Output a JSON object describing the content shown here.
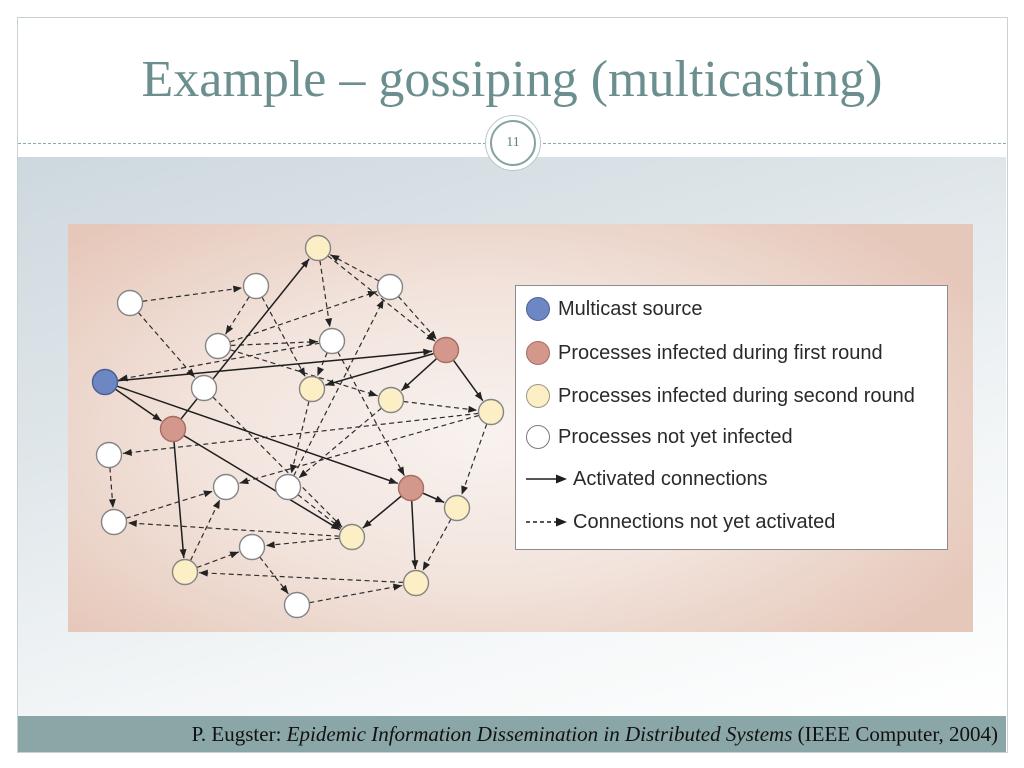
{
  "slide": {
    "title": "Example – gossiping (multicasting)",
    "number": "11"
  },
  "legend": {
    "items": [
      {
        "label": "Multicast source",
        "color": "#6d86c4"
      },
      {
        "label": "Processes infected during first round",
        "color": "#d4978c"
      },
      {
        "label": "Processes infected during second round",
        "color": "#fcefc6"
      },
      {
        "label": "Processes not yet infected",
        "color": "#ffffff"
      },
      {
        "label": "Activated connections"
      },
      {
        "label": "Connections not yet activated"
      }
    ]
  },
  "diagram": {
    "node_infection_round": [
      0,
      1,
      1,
      1,
      2,
      2,
      2,
      2,
      2,
      2,
      2,
      2,
      null,
      null,
      null,
      null,
      null,
      null,
      null,
      null,
      null,
      null,
      null,
      null
    ],
    "activated_edges": [
      [
        0,
        1
      ],
      [
        0,
        2
      ],
      [
        0,
        3
      ],
      [
        2,
        4
      ],
      [
        2,
        10
      ],
      [
        2,
        9
      ],
      [
        1,
        5
      ],
      [
        1,
        6
      ],
      [
        1,
        7
      ],
      [
        3,
        11
      ],
      [
        3,
        8
      ],
      [
        3,
        9
      ]
    ],
    "pending_edges": [
      [
        12,
        13
      ],
      [
        12,
        17
      ],
      [
        13,
        15
      ],
      [
        13,
        5
      ],
      [
        4,
        16
      ],
      [
        4,
        1
      ],
      [
        14,
        4
      ],
      [
        14,
        1
      ],
      [
        20,
        14
      ],
      [
        15,
        14
      ],
      [
        15,
        16
      ],
      [
        16,
        0
      ],
      [
        16,
        5
      ],
      [
        16,
        3
      ],
      [
        15,
        6
      ],
      [
        6,
        7
      ],
      [
        7,
        18
      ],
      [
        7,
        19
      ],
      [
        18,
        21
      ],
      [
        9,
        21
      ],
      [
        21,
        19
      ],
      [
        10,
        19
      ],
      [
        22,
        23
      ],
      [
        10,
        22
      ],
      [
        11,
        10
      ],
      [
        23,
        11
      ],
      [
        20,
        9
      ],
      [
        8,
        11
      ],
      [
        7,
        8
      ],
      [
        5,
        20
      ],
      [
        17,
        9
      ],
      [
        6,
        20
      ],
      [
        9,
        22
      ]
    ]
  },
  "footer": {
    "author": "P. Eugster:",
    "title": "Epidemic Information Dissemination in Distributed Systems",
    "venue": "(IEEE Computer, 2004)"
  }
}
